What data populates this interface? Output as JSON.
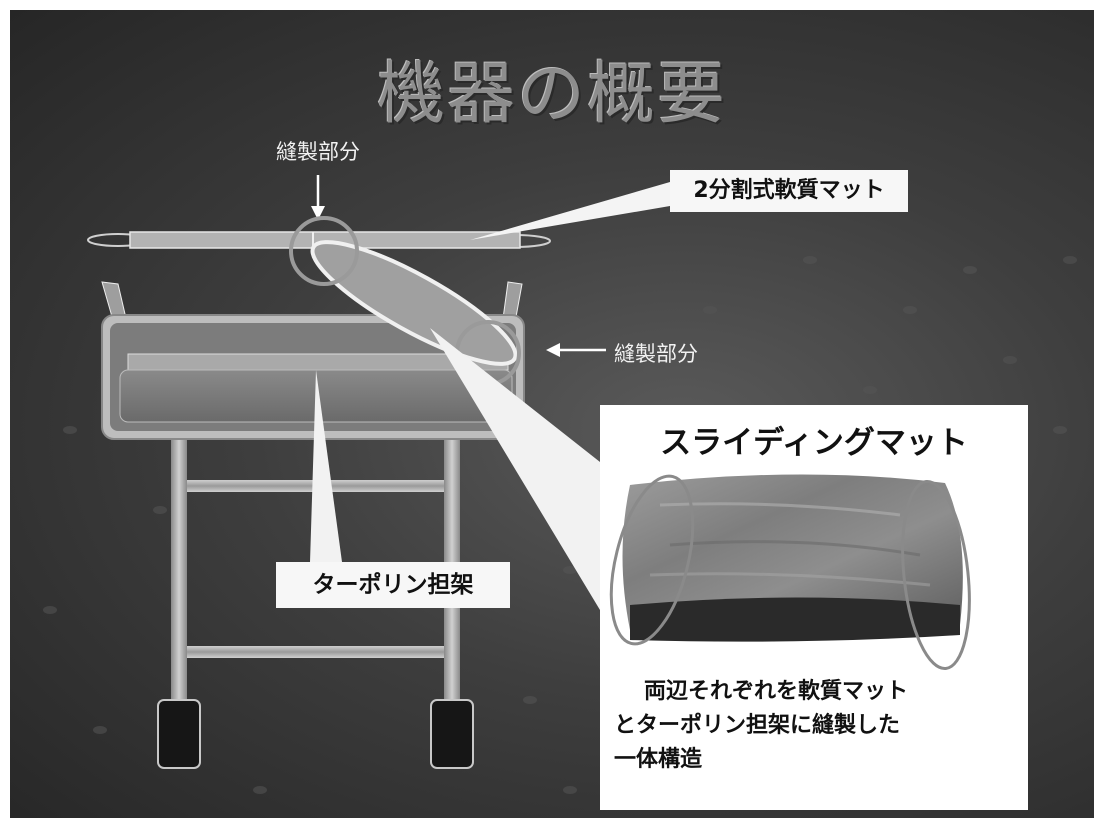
{
  "slide": {
    "title": "機器の概要"
  },
  "labels": {
    "sewn_top": "縫製部分",
    "sewn_right": "縫製部分",
    "soft_mat": "2分割式軟質マット",
    "tarpaulin_stretcher": "ターポリン担架"
  },
  "photo_panel": {
    "title": "スライディングマット",
    "description_lines": [
      "両辺それぞれを軟質マット",
      "とターポリン担架に縫製した",
      "一体構造"
    ]
  },
  "colors": {
    "background": "#3a3a3a",
    "title": "#8d8d8d",
    "label_box": "#f7f7f7",
    "frame_gray": "#a8a8a8",
    "circle_highlight": "#9a9a9a"
  }
}
